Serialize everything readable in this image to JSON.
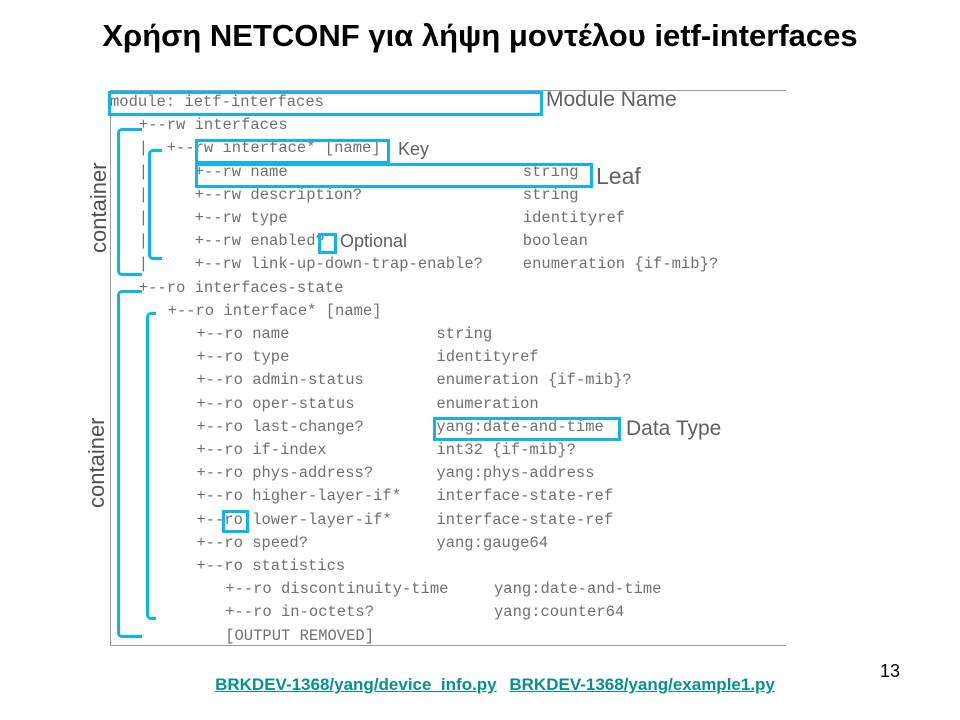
{
  "title": "Χρήση NETCONF για λήψη μοντέλου ietf-interfaces",
  "tree_lines": [
    {
      "text": "module: ietf-interfaces",
      "type": ""
    },
    {
      "text": "+--rw interfaces",
      "type": ""
    },
    {
      "text": "|  +--rw interface* [name]",
      "type": ""
    },
    {
      "text": "|     +--rw name",
      "type": "string"
    },
    {
      "text": "|     +--rw description?",
      "type": "string"
    },
    {
      "text": "|     +--rw type",
      "type": "identityref"
    },
    {
      "text": "|     +--rw enabled?",
      "type": "boolean"
    },
    {
      "text": "|     +--rw link-up-down-trap-enable?",
      "type": "enumeration {if-mib}?"
    },
    {
      "text": "+--ro interfaces-state",
      "type": ""
    },
    {
      "text": "+--ro interface* [name]",
      "type": ""
    },
    {
      "text": "+--ro name",
      "type": "string"
    },
    {
      "text": "+--ro type",
      "type": "identityref"
    },
    {
      "text": "+--ro admin-status",
      "type": "enumeration {if-mib}?"
    },
    {
      "text": "+--ro oper-status",
      "type": "enumeration"
    },
    {
      "text": "+--ro last-change?",
      "type": "yang:date-and-time"
    },
    {
      "text": "+--ro if-index",
      "type": "int32 {if-mib}?"
    },
    {
      "text": "+--ro phys-address?",
      "type": "yang:phys-address"
    },
    {
      "text": "+--ro higher-layer-if*",
      "type": "interface-state-ref"
    },
    {
      "text": "+--ro lower-layer-if*",
      "type": "interface-state-ref"
    },
    {
      "text": "+--ro speed?",
      "type": "yang:gauge64"
    },
    {
      "text": "+--ro statistics",
      "type": ""
    },
    {
      "text": "+--ro discontinuity-time",
      "type": "yang:date-and-time"
    },
    {
      "text": "+--ro in-octets?",
      "type": "yang:counter64"
    },
    {
      "text": "[OUTPUT REMOVED]",
      "type": ""
    }
  ],
  "annotations": {
    "module_name": "Module Name",
    "key": "Key",
    "leaf": "Leaf",
    "optional": "Optional",
    "data_type": "Data Type",
    "container_top": "container",
    "container_bottom": "container"
  },
  "links": [
    "BRKDEV-1368/yang/device_info.py",
    "BRKDEV-1368/yang/example1.py"
  ],
  "page_number": "13"
}
